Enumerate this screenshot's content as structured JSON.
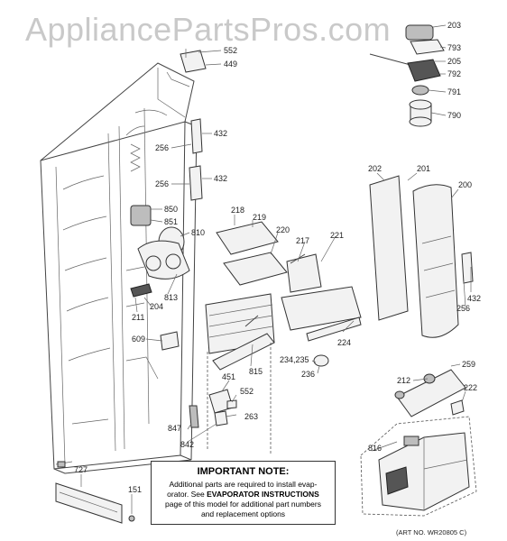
{
  "watermark": "AppliancePartsPros.com",
  "part_labels": [
    {
      "id": "203",
      "text": "203"
    },
    {
      "id": "793",
      "text": "793"
    },
    {
      "id": "205",
      "text": "205"
    },
    {
      "id": "792",
      "text": "792"
    },
    {
      "id": "791",
      "text": "791"
    },
    {
      "id": "790",
      "text": "790"
    },
    {
      "id": "552a",
      "text": "552"
    },
    {
      "id": "449",
      "text": "449"
    },
    {
      "id": "432a",
      "text": "432"
    },
    {
      "id": "256a",
      "text": "256"
    },
    {
      "id": "432b",
      "text": "432"
    },
    {
      "id": "256b",
      "text": "256"
    },
    {
      "id": "850",
      "text": "850"
    },
    {
      "id": "851",
      "text": "851"
    },
    {
      "id": "810",
      "text": "810"
    },
    {
      "id": "218",
      "text": "218"
    },
    {
      "id": "219",
      "text": "219"
    },
    {
      "id": "220",
      "text": "220"
    },
    {
      "id": "217",
      "text": "217"
    },
    {
      "id": "221",
      "text": "221"
    },
    {
      "id": "202",
      "text": "202"
    },
    {
      "id": "201",
      "text": "201"
    },
    {
      "id": "200",
      "text": "200"
    },
    {
      "id": "813",
      "text": "813"
    },
    {
      "id": "204",
      "text": "204"
    },
    {
      "id": "211",
      "text": "211"
    },
    {
      "id": "609",
      "text": "609"
    },
    {
      "id": "224",
      "text": "224"
    },
    {
      "id": "432c",
      "text": "432"
    },
    {
      "id": "256c",
      "text": "256"
    },
    {
      "id": "234",
      "text": "234,235"
    },
    {
      "id": "236",
      "text": "236"
    },
    {
      "id": "815",
      "text": "815"
    },
    {
      "id": "451",
      "text": "451"
    },
    {
      "id": "552b",
      "text": "552"
    },
    {
      "id": "263",
      "text": "263"
    },
    {
      "id": "847",
      "text": "847"
    },
    {
      "id": "842",
      "text": "842"
    },
    {
      "id": "212",
      "text": "212"
    },
    {
      "id": "259",
      "text": "259"
    },
    {
      "id": "222",
      "text": "222"
    },
    {
      "id": "816",
      "text": "816"
    },
    {
      "id": "727",
      "text": "727"
    },
    {
      "id": "151",
      "text": "151"
    }
  ],
  "note": {
    "title": "IMPORTANT NOTE:",
    "line1": "Additional parts are required to install evap-",
    "line2_pre": "orator.  See ",
    "line2_bold": "EVAPORATOR INSTRUCTIONS",
    "line3": "page of this model for additional part numbers",
    "line4": "and replacement options"
  },
  "art_no": "(ART NO. WR20805 C)"
}
